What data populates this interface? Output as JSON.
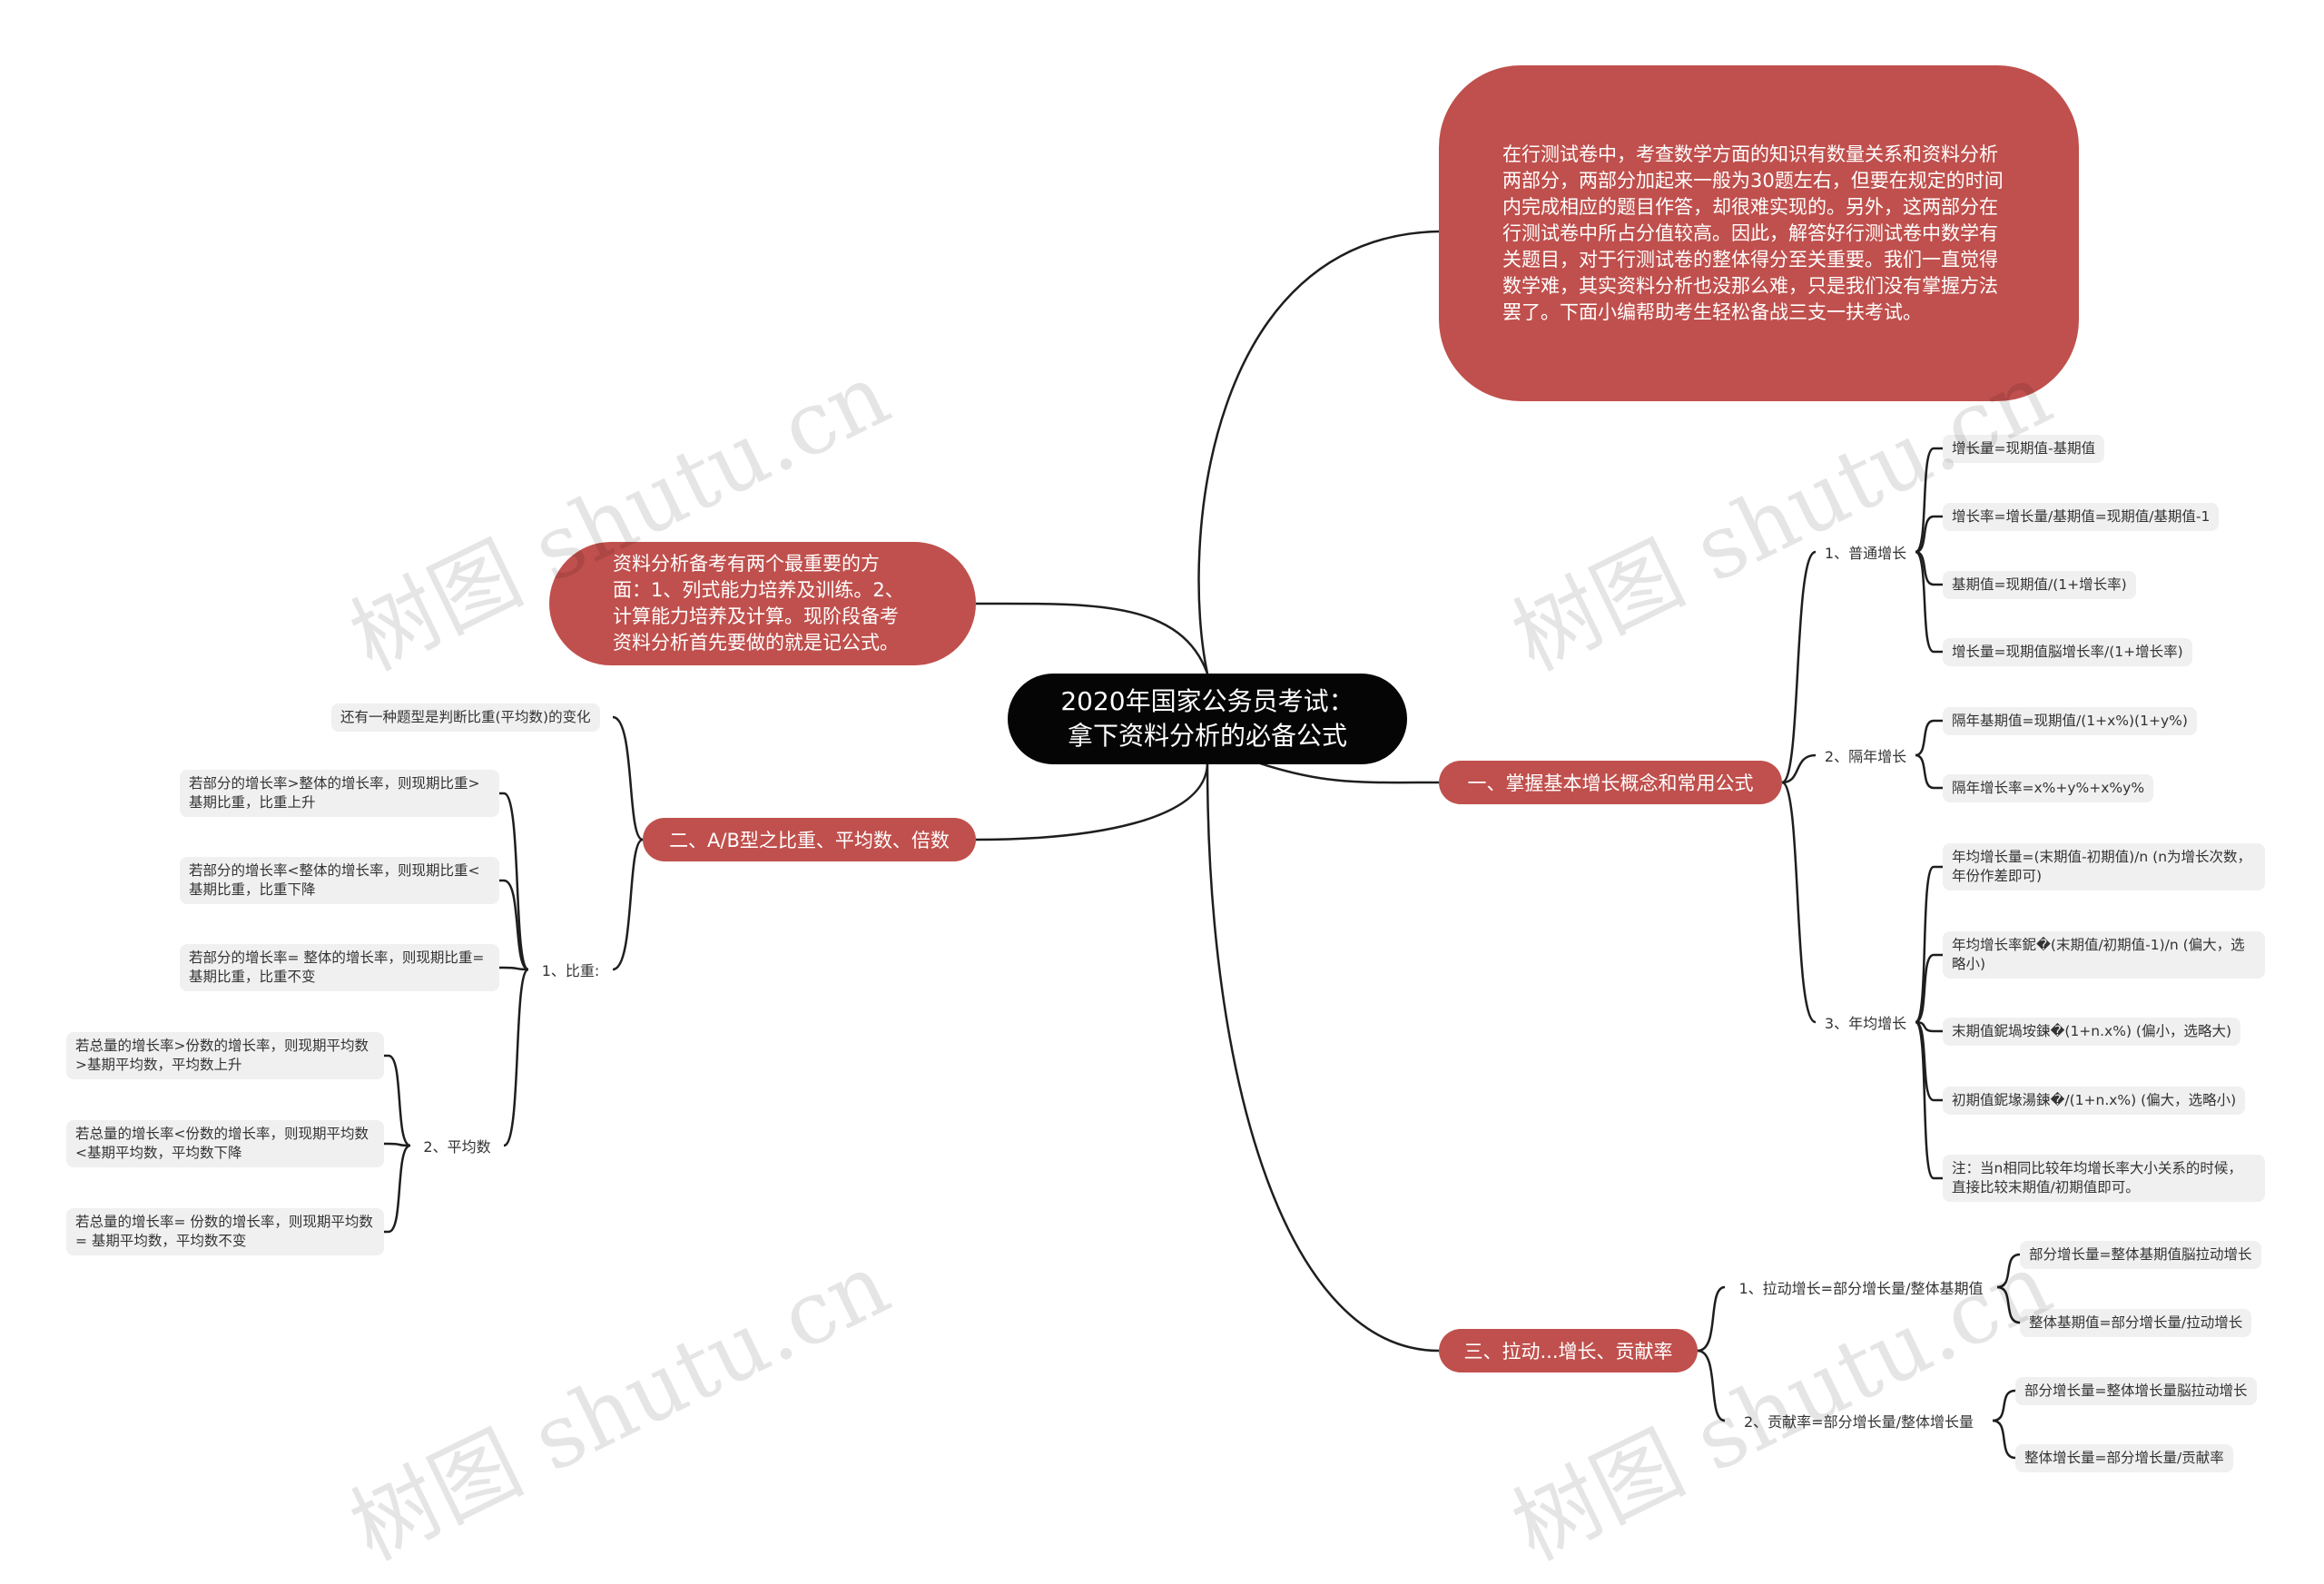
{
  "center": {
    "line1": "2020年国家公务员考试：",
    "line2": "拿下资料分析的必备公式"
  },
  "intro": "在行测试卷中，考查数学方面的知识有数量关系和资料分析两部分，两部分加起来一般为30题左右，但要在规定的时间内完成相应的题目作答，却很难实现的。另外，这两部分在行测试卷中所占分值较高。因此，解答好行测试卷中数学有关题目，对于行测试卷的整体得分至关重要。我们一直觉得数学难，其实资料分析也没那么难，只是我们没有掌握方法罢了。下面小编帮助考生轻松备战三支一扶考试。",
  "left_note": "资料分析备考有两个最重要的方面：1、列式能力培养及训练。2、计算能力培养及计算。现阶段备考资料分析首先要做的就是记公式。",
  "branch1": {
    "title": "一、掌握基本增长概念和常用公式",
    "groups": [
      {
        "label": "1、普通增长",
        "items": [
          "增长量=现期值-基期值",
          "增长率=增长量/基期值=现期值/基期值-1",
          "基期值=现期值/(1+增长率)",
          "增长量=现期值脳增长率/(1+增长率)"
        ]
      },
      {
        "label": "2、隔年增长",
        "items": [
          "隔年基期值=现期值/(1+x%)(1+y%)",
          "隔年增长率=x%+y%+x%y%"
        ]
      },
      {
        "label": "3、年均增长",
        "items": [
          "年均增长量=(末期值-初期值)/n (n为增长次数，年份作差即可)",
          "年均增长率鈮�(末期值/初期值-1)/n (偏大，选略小)",
          "末期值鈮堝垵鍊�(1+n.x%) (偏小，选略大)",
          "初期值鈮堟湯鍊�/(1+n.x%) (偏大，选略小)",
          "注：当n相同比较年均增长率大小关系的时候，直接比较末期值/初期值即可。"
        ]
      }
    ]
  },
  "branch2": {
    "title": "二、A/B型之比重、平均数、倍数",
    "top_item": "还有一种题型是判断比重(平均数)的变化",
    "groups": [
      {
        "label": "1、比重:",
        "items": [
          "若部分的增长率>整体的增长率，则现期比重>基期比重，比重上升",
          "若部分的增长率<整体的增长率，则现期比重<基期比重，比重下降",
          "若部分的增长率= 整体的增长率，则现期比重= 基期比重，比重不变"
        ]
      },
      {
        "label": "2、平均数",
        "items": [
          "若总量的增长率>份数的增长率，则现期平均数>基期平均数，平均数上升",
          "若总量的增长率<份数的增长率，则现期平均数<基期平均数，平均数下降",
          "若总量的增长率= 份数的增长率，则现期平均数= 基期平均数，平均数不变"
        ]
      }
    ]
  },
  "branch3": {
    "title": "三、拉动...增长、贡献率",
    "groups": [
      {
        "label": "1、拉动增长=部分增长量/整体基期值",
        "items": [
          "部分增长量=整体基期值脳拉动增长",
          "整体基期值=部分增长量/拉动增长"
        ]
      },
      {
        "label": "2、贡献率=部分增长量/整体增长量",
        "items": [
          "部分增长量=整体增长量脳拉动增长",
          "整体增长量=部分增长量/贡献率"
        ]
      }
    ]
  },
  "watermark": "树图 shutu.cn",
  "colors": {
    "accent": "#c0504d",
    "center": "#050505",
    "leaf": "#f0f0f0",
    "line": "#1e1e1e"
  }
}
